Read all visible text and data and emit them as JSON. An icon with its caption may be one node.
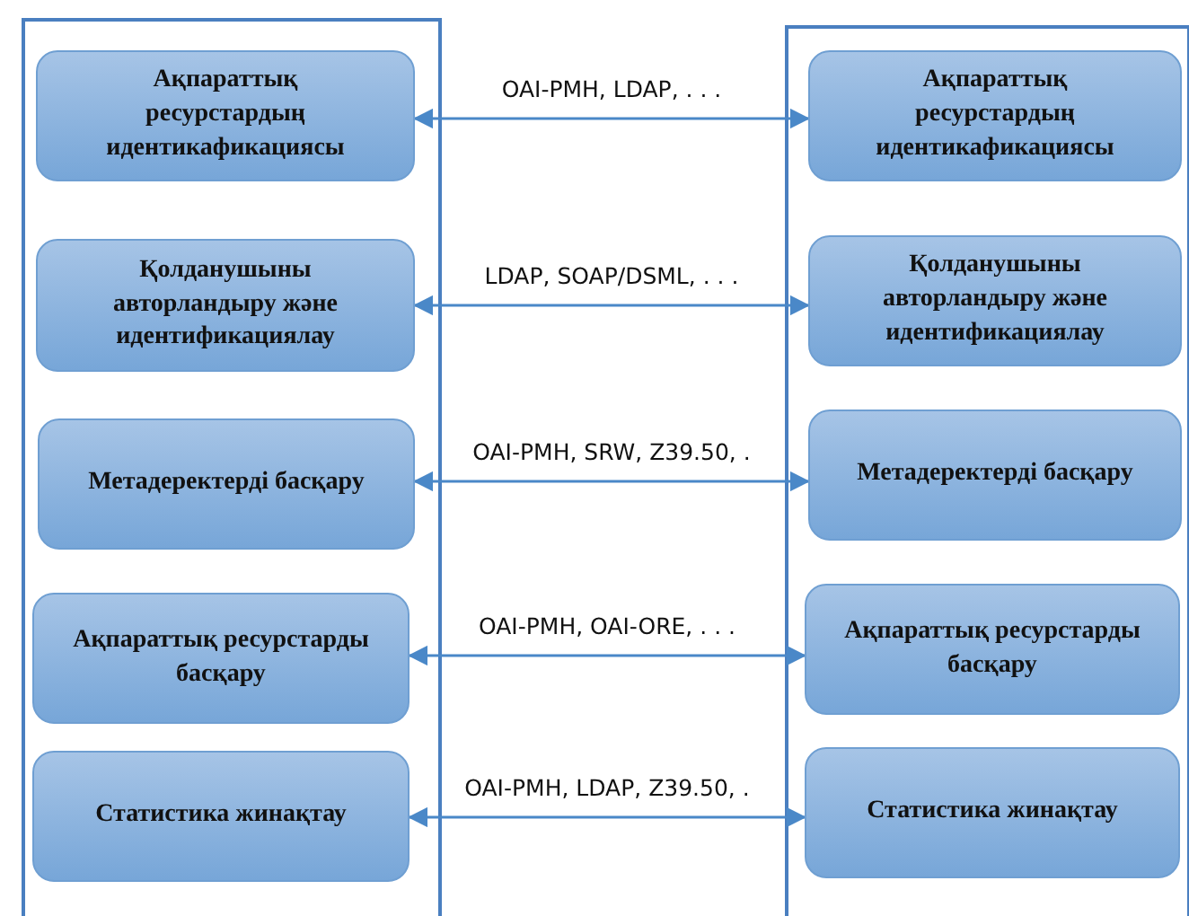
{
  "diagram": {
    "nodes": [
      {
        "text": [],
        "shape": "box"
      },
      {
        "text": [
          "Ақпараттық ресурстардың идентикафикациясы"
        ],
        "in": 0
      },
      {
        "text": [
          "Қолданушыны авторландыру және идентификациялау"
        ],
        "in": 0
      },
      {
        "text": [
          "Метадеректерді басқару"
        ],
        "in": 0
      },
      {
        "text": [
          "Ақпараттық ресурстарды басқару"
        ],
        "in": 0
      },
      {
        "text": [
          "Статистика жинақтау"
        ],
        "in": 0
      },
      {
        "text": [],
        "shape": "box"
      },
      {
        "text": [
          "Ақпараттық ресурстардың идентикафикациясы"
        ],
        "in": 6
      },
      {
        "text": [
          "Қолданушыны авторландыру және идентификациялау"
        ],
        "in": 6
      },
      {
        "text": [
          "Метадеректерді басқару"
        ],
        "in": 6
      },
      {
        "text": [
          "Ақпараттық ресурстарды басқару"
        ],
        "in": 6
      },
      {
        "text": [
          "Статистика жинақтау"
        ],
        "in": 6
      }
    ],
    "edges": [
      {
        "from": 1,
        "to": 7,
        "arrow": "both",
        "label": "OAI-PMH, LDAP, . . ."
      },
      {
        "from": 2,
        "to": 8,
        "arrow": "both",
        "label": "LDAP, SOAP/DSML, . . ."
      },
      {
        "from": 3,
        "to": 9,
        "arrow": "both",
        "label": "OAI-PMH, SRW, Z39.50, ."
      },
      {
        "from": 4,
        "to": 10,
        "arrow": "both",
        "label": "OAI-PMH, OAI-ORE, . . ."
      },
      {
        "from": 5,
        "to": 11,
        "arrow": "both",
        "label": "OAI-PMH, LDAP, Z39.50, ."
      }
    ]
  }
}
